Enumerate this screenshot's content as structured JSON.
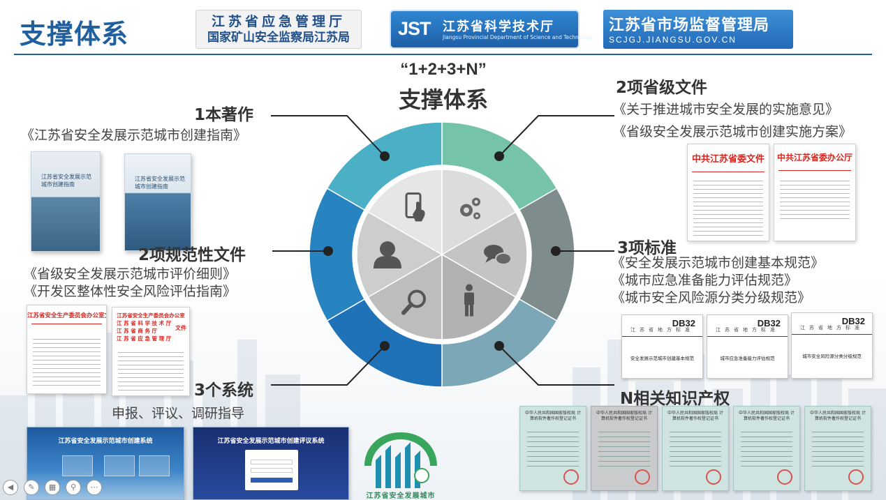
{
  "title": "支撑体系",
  "logos": {
    "emergency_line1": "江苏省应急管理厅",
    "emergency_line2": "国家矿山安全监察局江苏局",
    "science_mark": "JST",
    "science_cn": "江苏省科学技术厅",
    "science_en": "Jiangsu Provincial Department of Science and Technology",
    "market_cn": "江苏省市场监督管理局",
    "market_url": "SCJGJ.JIANGSU.GOV.CN",
    "demo_city": "江苏省安全发展城市"
  },
  "center": {
    "line1": "“1+2+3+N”",
    "line2": "支撑体系"
  },
  "wheel": {
    "outer_colors": [
      "#75c3a9",
      "#7f8c8d",
      "#7ba7b7",
      "#1f71b8",
      "#2784c0",
      "#4bb0c6"
    ],
    "inner_colors": [
      "#dcdcdc",
      "#c4c4c4",
      "#b2b2b2",
      "#bdbdbd",
      "#cdcdcd",
      "#e6e6e6"
    ],
    "icons": [
      "gears-icon",
      "chat-bubbles-icon",
      "person-standing-icon",
      "magnifier-icon",
      "user-bust-icon",
      "touch-phone-icon"
    ]
  },
  "sections": {
    "book": {
      "heading": "1本著作",
      "items": [
        "《江苏省安全发展示范城市创建指南》"
      ],
      "cover_title": "江苏省安全发展示范城市创建指南"
    },
    "provincial": {
      "heading": "2项省级文件",
      "items": [
        "《关于推进城市安全发展的实施意见》",
        "《省级安全发展示范城市创建实施方案》"
      ],
      "doc1_header": "中共江苏省委文件",
      "doc2_header": "中共江苏省委办公厅"
    },
    "normative": {
      "heading": "2项规范性文件",
      "items": [
        "《省级安全发展示范城市评价细则》",
        "《开发区整体性安全风险评估指南》"
      ],
      "doc1_header": "江苏省安全生产委员会办公室文件",
      "doc2_header": "江苏省安全生产委员会办公室",
      "doc2_lines": [
        "江 苏 省 科 学 技 术 厅",
        "江 苏 省 商 务 厅",
        "江 苏 省 应 急 管 理 厅"
      ],
      "doc2_suffix": "文件"
    },
    "standards": {
      "heading": "3项标准",
      "items": [
        "《安全发展示范城市创建基本规范》",
        "《城市应急准备能力评估规范》",
        "《城市安全风险源分类分级规范》"
      ],
      "std_code": "DB32",
      "std_header": "江苏省地方标准",
      "std_titles": [
        "安全发展示范城市创建基本规范",
        "城市应急准备能力评估规范",
        "城市安全风险源分类分级规范"
      ]
    },
    "systems": {
      "heading": "3个系统",
      "items": [
        "申报、评议、调研指导"
      ],
      "shot1_title": "江苏省安全发展示范城市创建系统",
      "shot2_title": "江苏省安全发展示范城市创建评议系统"
    },
    "ip": {
      "heading": "N相关知识产权",
      "cert_header": "中华人民共和国国家版权局 计算机软件著作权登记证书"
    }
  }
}
